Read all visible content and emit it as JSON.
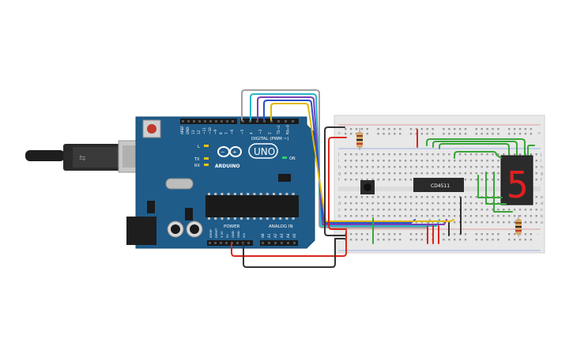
{
  "arduino": {
    "digital_label": "DIGITAL (PWM ~)",
    "brand_label": "ARDUINO",
    "model_label": "UNO",
    "on_label": "ON",
    "l_label": "L",
    "tx_label": "TX",
    "rx_label": "RX",
    "power_label": "POWER",
    "analog_label": "ANALOG IN",
    "top_pins": [
      "AREF",
      "GND",
      "13",
      "12",
      "~11",
      "~10",
      "~9",
      "8",
      "7",
      "~6",
      "~5",
      "4",
      "~3",
      "2",
      "TX→1",
      "RX←0"
    ],
    "power_pins": [
      "IOREF",
      "RESET",
      "3.3V",
      "5V",
      "GND",
      "GND",
      "Vin"
    ],
    "analog_pins": [
      "A0",
      "A1",
      "A2",
      "A3",
      "A4",
      "A5"
    ]
  },
  "chip": {
    "label": "CD4511"
  },
  "display": {
    "digit": "5"
  },
  "breadboard": {
    "row_letters_top": [
      "j",
      "i",
      "h",
      "g",
      "f"
    ],
    "row_letters_bottom": [
      "e",
      "d",
      "c",
      "b",
      "a"
    ],
    "rail_plus": "+",
    "rail_minus": "-"
  },
  "colors": {
    "board": "#1f5c8a",
    "wire_red": "#d9261c",
    "wire_black": "#333333",
    "wire_green": "#3aa63a",
    "wire_blue": "#2b4fc7",
    "wire_yellow": "#e0b800",
    "wire_purple": "#7b3fb5",
    "wire_cyan": "#2bb5c9",
    "wire_gray": "#a0a0a0",
    "segment_on": "#e02020"
  }
}
